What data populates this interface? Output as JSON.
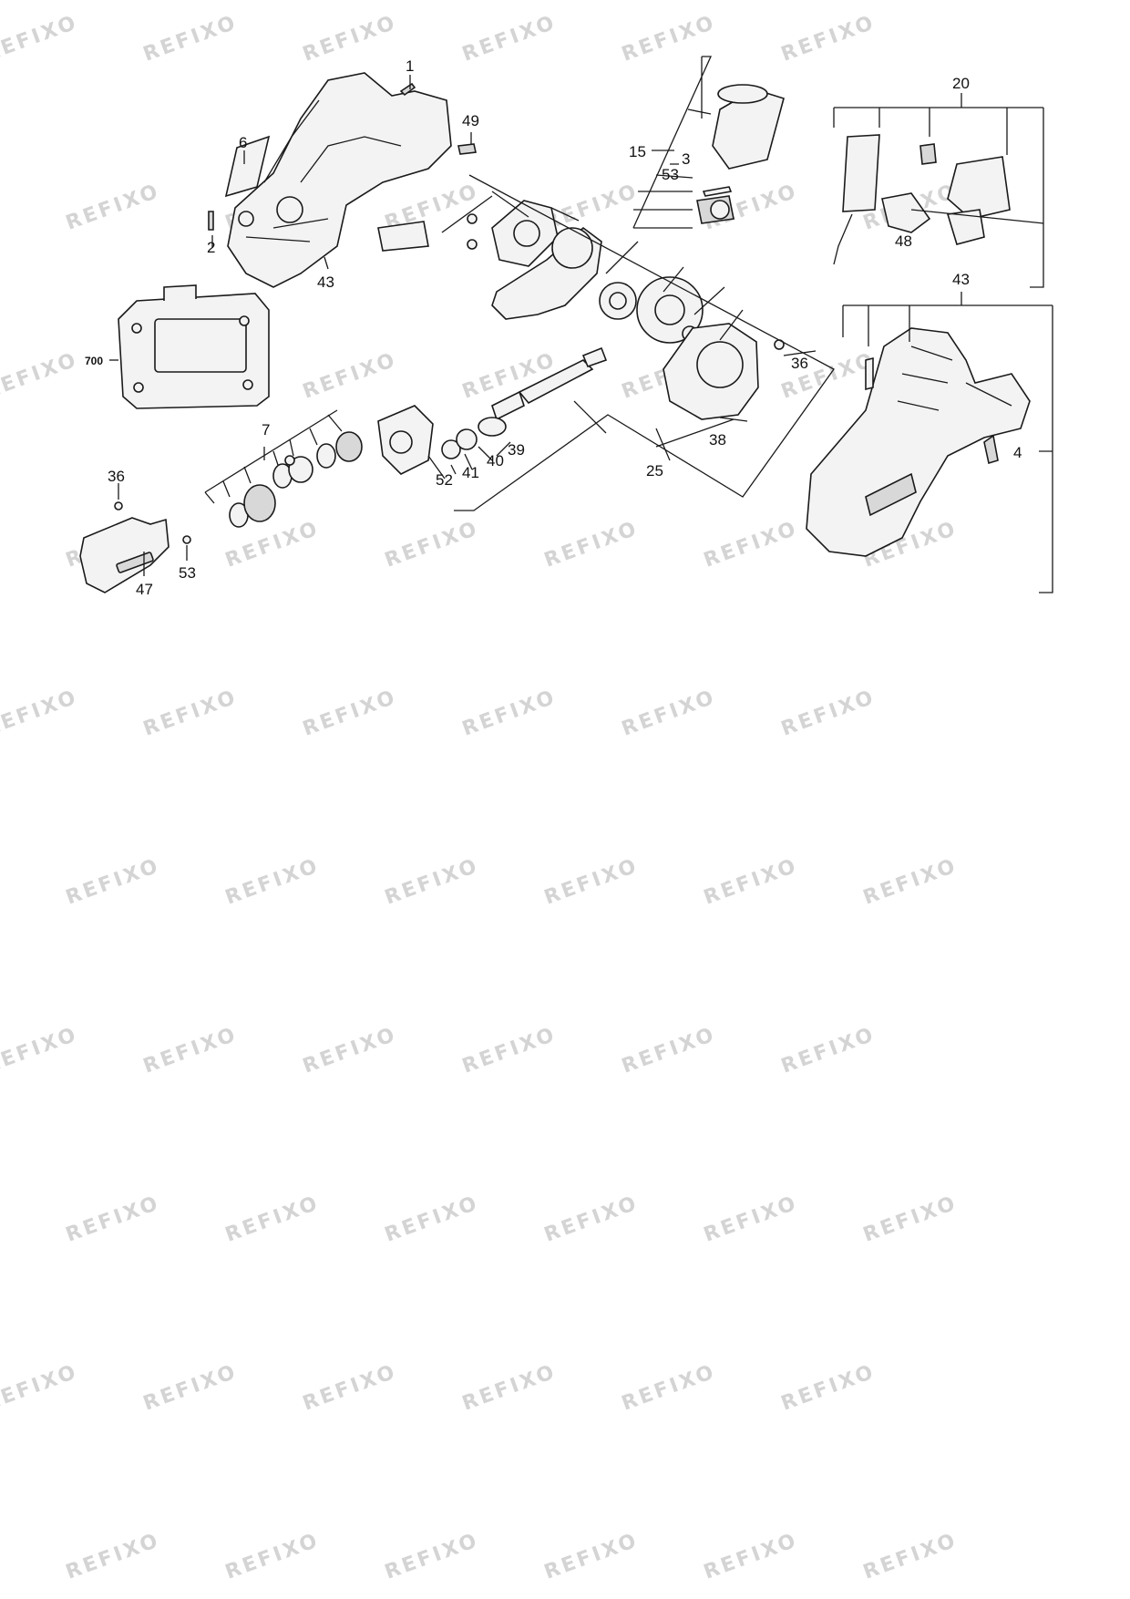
{
  "watermark": {
    "text": "REFIXO",
    "color": "#d4d4d4"
  },
  "diagram": {
    "callouts": {
      "p1": "1",
      "p2": "2",
      "p3": "3",
      "p4": "4",
      "p6": "6",
      "p7": "7",
      "p15": "15",
      "p20": "20",
      "p25": "25",
      "p36a": "36",
      "p36b": "36",
      "p38": "38",
      "p39": "39",
      "p40": "40",
      "p41": "41",
      "p43a": "43",
      "p43b": "43",
      "p47": "47",
      "p48": "48",
      "p49": "49",
      "p52": "52",
      "p53a": "53",
      "p53b": "53",
      "p700": "700"
    }
  }
}
